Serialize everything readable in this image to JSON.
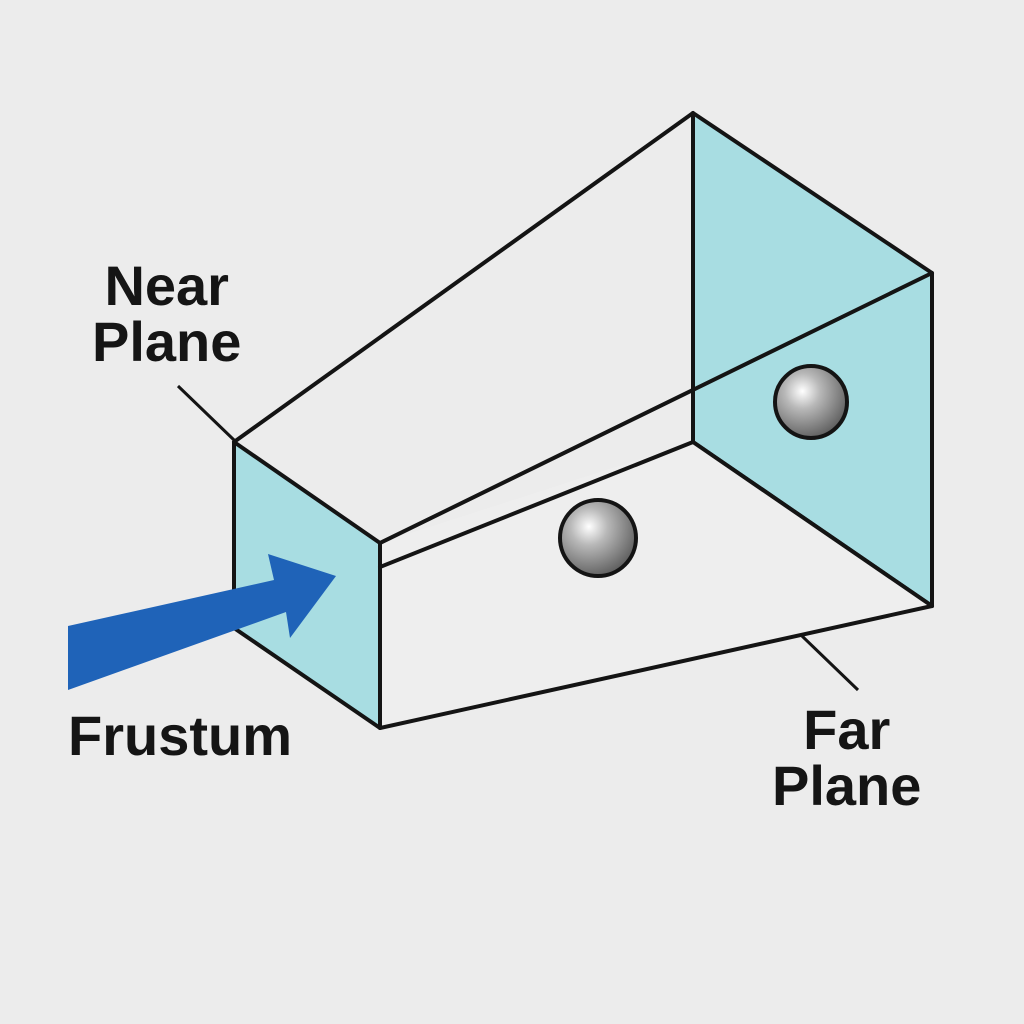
{
  "labels": {
    "near_line1": "Near",
    "near_line2": "Plane",
    "far_line1": "Far",
    "far_line2": "Plane",
    "frustum": "Frustum"
  },
  "colors": {
    "background": "#ececec",
    "plane_fill": "#a8dde2",
    "edge": "#141414",
    "arrow": "#1f63b8",
    "sphere": "#8a8a8a"
  },
  "objects": {
    "sphere_count": 2
  }
}
